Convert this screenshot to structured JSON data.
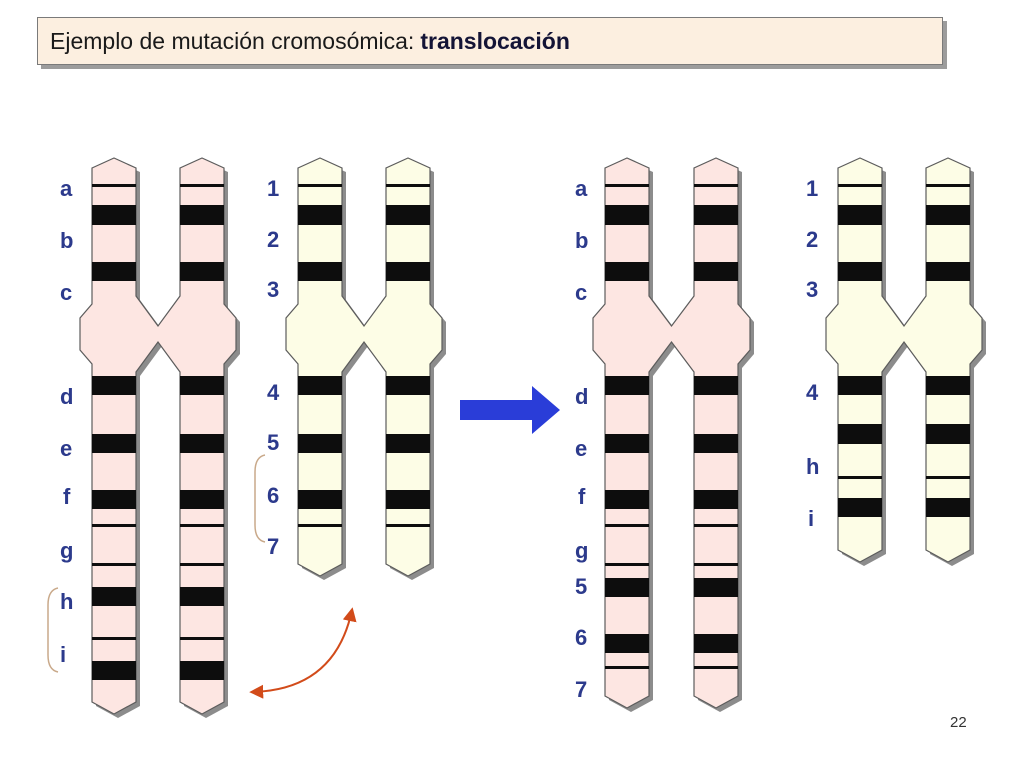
{
  "slide": {
    "title_prefix": "Ejemplo de mutación cromosómica:",
    "title_bold": "translocación",
    "page_number": "22"
  },
  "colors": {
    "pink": "#fde6e2",
    "cream": "#fdfde6",
    "band": "#0d0d0d",
    "label": "#2c3a8c",
    "arrow": "#2a3dd8",
    "curve": "#d24b1a"
  },
  "diagram": {
    "before": {
      "chromosome_large": {
        "labels": [
          "a",
          "b",
          "c",
          "d",
          "e",
          "f",
          "g",
          "h",
          "i"
        ]
      },
      "chromosome_small": {
        "labels": [
          "1",
          "2",
          "3",
          "4",
          "5",
          "6",
          "7"
        ]
      }
    },
    "after": {
      "chromosome_large": {
        "labels": [
          "a",
          "b",
          "c",
          "d",
          "e",
          "f",
          "g",
          "5",
          "6",
          "7"
        ]
      },
      "chromosome_small": {
        "labels": [
          "1",
          "2",
          "3",
          "4",
          "h",
          "i"
        ]
      }
    },
    "arrow_icon": "right-arrow-icon",
    "exchange_icon": "curved-double-arrow-icon"
  }
}
